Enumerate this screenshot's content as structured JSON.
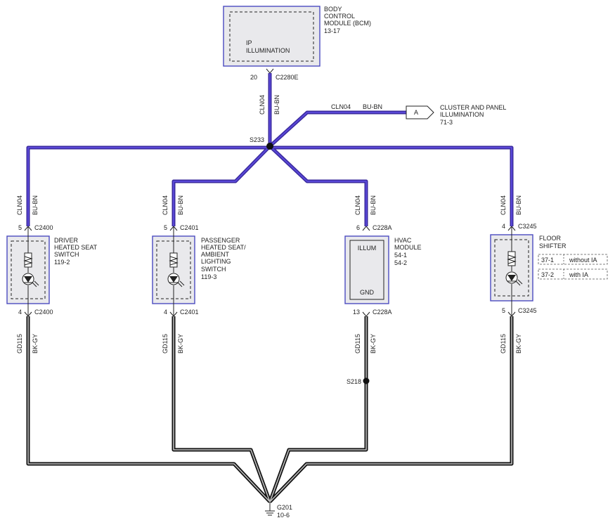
{
  "bcm": {
    "title_lines": [
      "BODY",
      "CONTROL",
      "MODULE (BCM)",
      "13-17"
    ],
    "inner_lines": [
      "IP",
      "ILLUMINATION"
    ],
    "pin": "20",
    "connector": "C2280E"
  },
  "trunk": {
    "circuit": "CLN04",
    "color": "BU-BN"
  },
  "splice_top": "S233",
  "branch_cluster": {
    "circuit": "CLN04",
    "color": "BU-BN",
    "flag": "A",
    "label_lines": [
      "CLUSTER AND PANEL",
      "ILLUMINATION",
      "71-3"
    ]
  },
  "driver_switch": {
    "label_lines": [
      "DRIVER",
      "HEATED SEAT",
      "SWITCH",
      "119-2"
    ],
    "top_circuit": "CLN04",
    "top_color": "BU-BN",
    "top_pin": "5",
    "top_conn": "C2400",
    "bot_pin": "4",
    "bot_conn": "C2400",
    "bot_circuit": "GD115",
    "bot_color": "BK-GY"
  },
  "passenger_switch": {
    "label_lines": [
      "PASSENGER",
      "HEATED SEAT/",
      "AMBIENT",
      "LIGHTING",
      "SWITCH",
      "119-3"
    ],
    "top_circuit": "CLN04",
    "top_color": "BU-BN",
    "top_pin": "5",
    "top_conn": "C2401",
    "bot_pin": "4",
    "bot_conn": "C2401",
    "bot_circuit": "GD115",
    "bot_color": "BK-GY"
  },
  "hvac": {
    "label_lines": [
      "HVAC",
      "MODULE",
      "54-1",
      "54-2"
    ],
    "inner_top": "ILLUM",
    "inner_bot": "GND",
    "top_circuit": "CLN04",
    "top_color": "BU-BN",
    "top_pin": "6",
    "top_conn": "C228A",
    "bot_pin": "13",
    "bot_conn": "C228A",
    "bot_circuit": "GD115",
    "bot_color": "BK-GY",
    "splice": "S218"
  },
  "floor_shifter": {
    "label_lines": [
      "FLOOR",
      "SHIFTER"
    ],
    "top_circuit": "CLN04",
    "top_color": "BU-BN",
    "top_pin": "4",
    "top_conn": "C3245",
    "bot_pin": "5",
    "bot_conn": "C3245",
    "bot_circuit": "GD115",
    "bot_color": "BK-GY",
    "refs": [
      {
        "page": "37-1",
        "text": "without IA"
      },
      {
        "page": "37-2",
        "text": "with IA"
      }
    ]
  },
  "ground": {
    "name": "G201",
    "page": "10-6"
  },
  "colors": {
    "wire_blue": "#3a2a9e",
    "wire_black": "#111111",
    "component_border": "#4b4bc0"
  }
}
